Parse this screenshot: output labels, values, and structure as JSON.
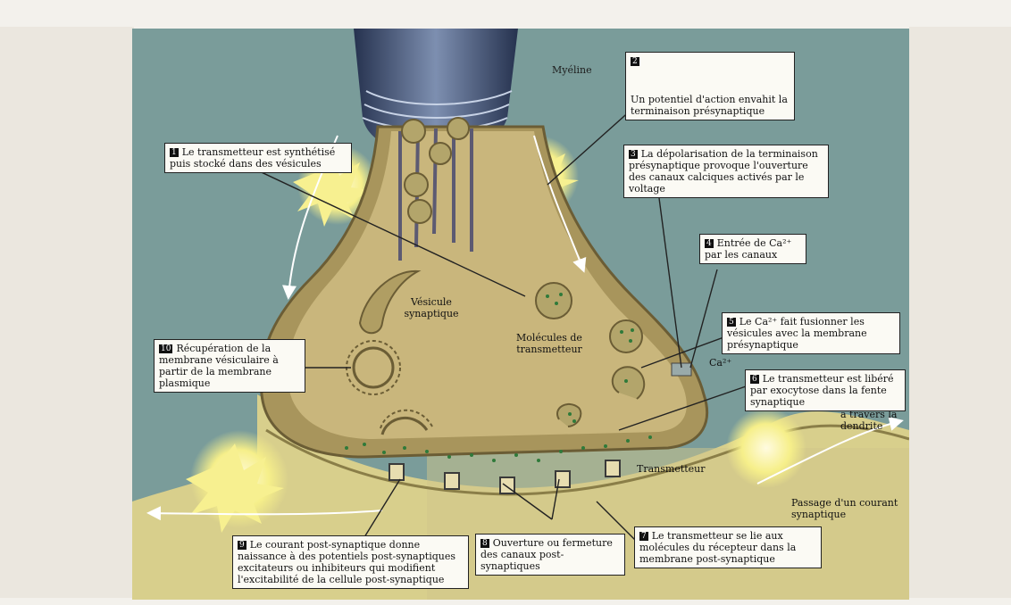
{
  "figure": {
    "steps": [
      {
        "num": "1",
        "text": "Le transmetteur est synthétisé puis stocké dans des vésicules"
      },
      {
        "num": "2",
        "text": "Un potentiel d'action envahit la terminaison présynaptique"
      },
      {
        "num": "3",
        "text": "La dépolarisation de la terminaison présynaptique provoque l'ouverture des canaux calciques activés par le voltage"
      },
      {
        "num": "4",
        "text": "Entrée de Ca²⁺ par les canaux"
      },
      {
        "num": "5",
        "text": "Le Ca²⁺ fait fusionner les vésicules avec la membrane présynaptique"
      },
      {
        "num": "6",
        "text": "Le transmetteur est libéré par exocytose dans la fente synaptique"
      },
      {
        "num": "7",
        "text": "Le transmetteur se lie aux molécules du récepteur dans la membrane post-synaptique"
      },
      {
        "num": "8",
        "text": "Ouverture ou fermeture des canaux post-synaptiques"
      },
      {
        "num": "9",
        "text": "Le courant post-synaptique donne naissance à des potentiels post-synaptiques excitateurs ou inhibiteurs qui modifient l'excitabilité de la cellule post-synaptique"
      },
      {
        "num": "10",
        "text": "Récupération de la membrane vésiculaire à partir de la membrane plasmique"
      }
    ],
    "labels": {
      "myelin": "Myéline",
      "vesicle": "Vésicule synaptique",
      "molecules": "Molécules de transmetteur",
      "calcium": "Ca²⁺",
      "transmitter": "Transmetteur",
      "across_dendrite": "à travers la dendrite",
      "synaptic_current": "Passage d'un courant synaptique"
    }
  },
  "colors": {
    "background": "#7a9c9a",
    "axon_blue": "#3d4f73",
    "terminal": "#a8955c",
    "terminal_inner": "#c9b67c",
    "postsynaptic": "#d8cf8c",
    "glow": "#f6ef8a",
    "transmitter_dots": "#2f7a3a"
  }
}
